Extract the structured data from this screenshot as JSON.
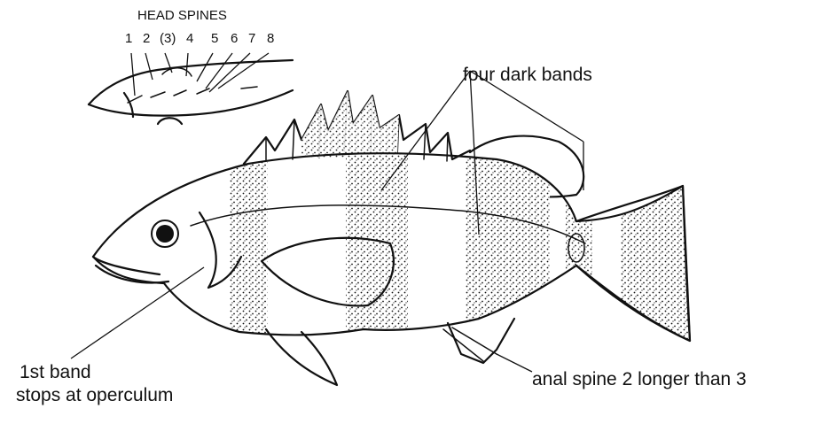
{
  "labels": {
    "head_spines_title": "HEAD SPINES",
    "spine_numbers": [
      "1",
      "2",
      "(3)",
      "4",
      "5",
      "6",
      "7",
      "8"
    ],
    "four_dark_bands": "four dark bands",
    "first_band_line1": "1st band",
    "first_band_line2": "stops at operculum",
    "anal_spine": "anal spine 2 longer than 3"
  },
  "colors": {
    "ink": "#111111",
    "background": "#ffffff"
  },
  "icons": {
    "head_inset": "fish-head-spines-inset",
    "fish": "banded-perch-fish"
  }
}
